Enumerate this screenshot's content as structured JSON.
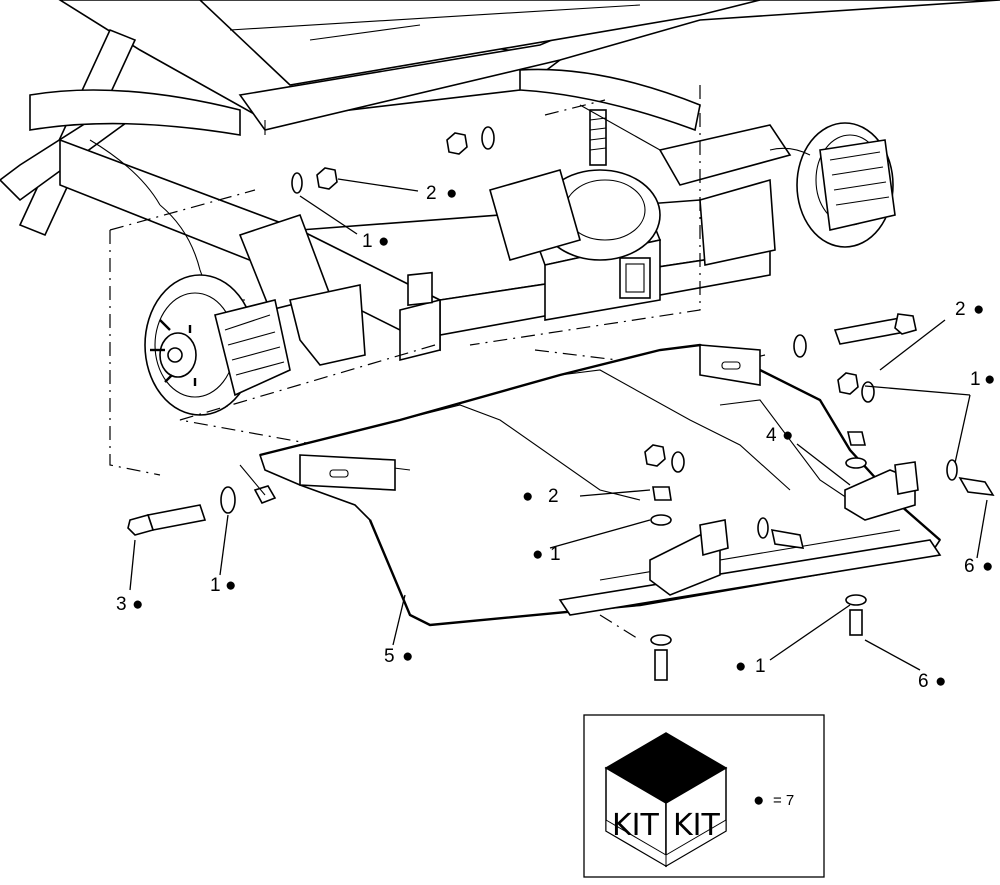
{
  "diagram": {
    "callouts": [
      {
        "id": "c1",
        "number": "2",
        "marker": "●"
      },
      {
        "id": "c2",
        "number": "1",
        "marker": "●"
      },
      {
        "id": "c3",
        "number": "2",
        "marker": "●"
      },
      {
        "id": "c4",
        "number": "1",
        "marker": "●"
      },
      {
        "id": "c5",
        "number": "4",
        "marker": "●"
      },
      {
        "id": "c6",
        "number": "2",
        "marker": "●"
      },
      {
        "id": "c7",
        "number": "1",
        "marker": "●"
      },
      {
        "id": "c8",
        "number": "6",
        "marker": "●"
      },
      {
        "id": "c9",
        "number": "3",
        "marker": "●"
      },
      {
        "id": "c10",
        "number": "1",
        "marker": "●"
      },
      {
        "id": "c11",
        "number": "5",
        "marker": "●"
      },
      {
        "id": "c12",
        "number": "1",
        "marker": "●"
      },
      {
        "id": "c13",
        "number": "6",
        "marker": "●"
      }
    ],
    "kit_legend": {
      "box_left_label": "KIT",
      "box_right_label": "KIT",
      "marker": "●",
      "equals_text": "= 7"
    }
  }
}
